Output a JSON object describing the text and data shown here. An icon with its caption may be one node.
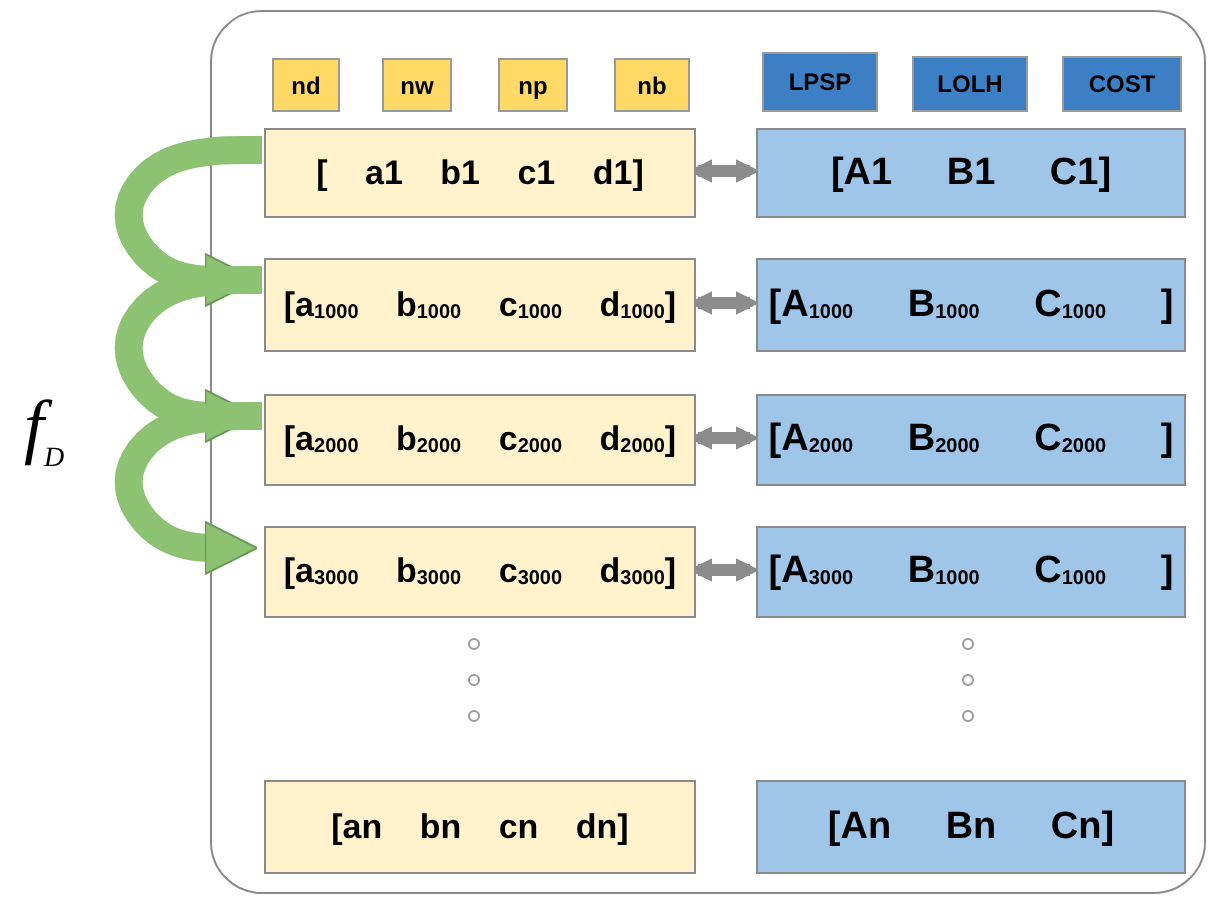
{
  "diagram": {
    "nodes": [
      {
        "text": [],
        "shape": "box"
      },
      {
        "text": [
          "nd"
        ],
        "in": 0
      },
      {
        "text": [
          "nw"
        ],
        "in": 0
      },
      {
        "text": [
          "np"
        ],
        "in": 0
      },
      {
        "text": [
          "nb"
        ],
        "in": 0
      },
      {
        "text": [
          "LPSP"
        ],
        "in": 0
      },
      {
        "text": [
          "LOLH"
        ],
        "in": 0
      },
      {
        "text": [
          "COST"
        ],
        "in": 0
      },
      {
        "text": [
          "[ a1 b1 c1 d1]"
        ],
        "in": 0
      },
      {
        "text": [
          "[A1 B1 C1]"
        ],
        "in": 0
      },
      {
        "text": [
          "[a$_{1000}$ b$_{1000}$ c$_{1000}$ d$_{1000}$]"
        ],
        "in": 0
      },
      {
        "text": [
          "[A$_{1000}$ B$_{1000}$ C$_{1000}$ ]"
        ],
        "in": 0
      },
      {
        "text": [
          "[a$_{2000}$ b$_{2000}$ c$_{2000}$ d$_{2000}$]"
        ],
        "in": 0
      },
      {
        "text": [
          "[A$_{2000}$ B$_{2000}$ C$_{2000}$ ]"
        ],
        "in": 0
      },
      {
        "text": [
          "[a$_{3000}$ b$_{3000}$ c$_{3000}$ d$_{3000}$]"
        ],
        "in": 0
      },
      {
        "text": [
          "[A$_{3000}$ B$_{1000}$ C$_{1000}$ ]"
        ],
        "in": 0
      },
      {
        "text": [
          "[an bn cn dn]"
        ],
        "in": 0
      },
      {
        "text": [
          "[An Bn Cn]"
        ],
        "in": 0
      }
    ],
    "edges": [
      {
        "from": 8,
        "to": 9,
        "arrow": "both"
      },
      {
        "from": 10,
        "to": 11,
        "arrow": "both"
      },
      {
        "from": 12,
        "to": 13,
        "arrow": "both"
      },
      {
        "from": 14,
        "to": 15,
        "arrow": "both"
      },
      {
        "from": 8,
        "to": 10,
        "arrow": "to",
        "style": "thick",
        "color": "#8cc272"
      },
      {
        "from": 10,
        "to": 12,
        "arrow": "to",
        "style": "thick",
        "color": "#8cc272"
      },
      {
        "from": 12,
        "to": 14,
        "arrow": "to",
        "style": "thick",
        "color": "#8cc272"
      }
    ],
    "labels": [
      "*f*$_{D}$"
    ]
  }
}
